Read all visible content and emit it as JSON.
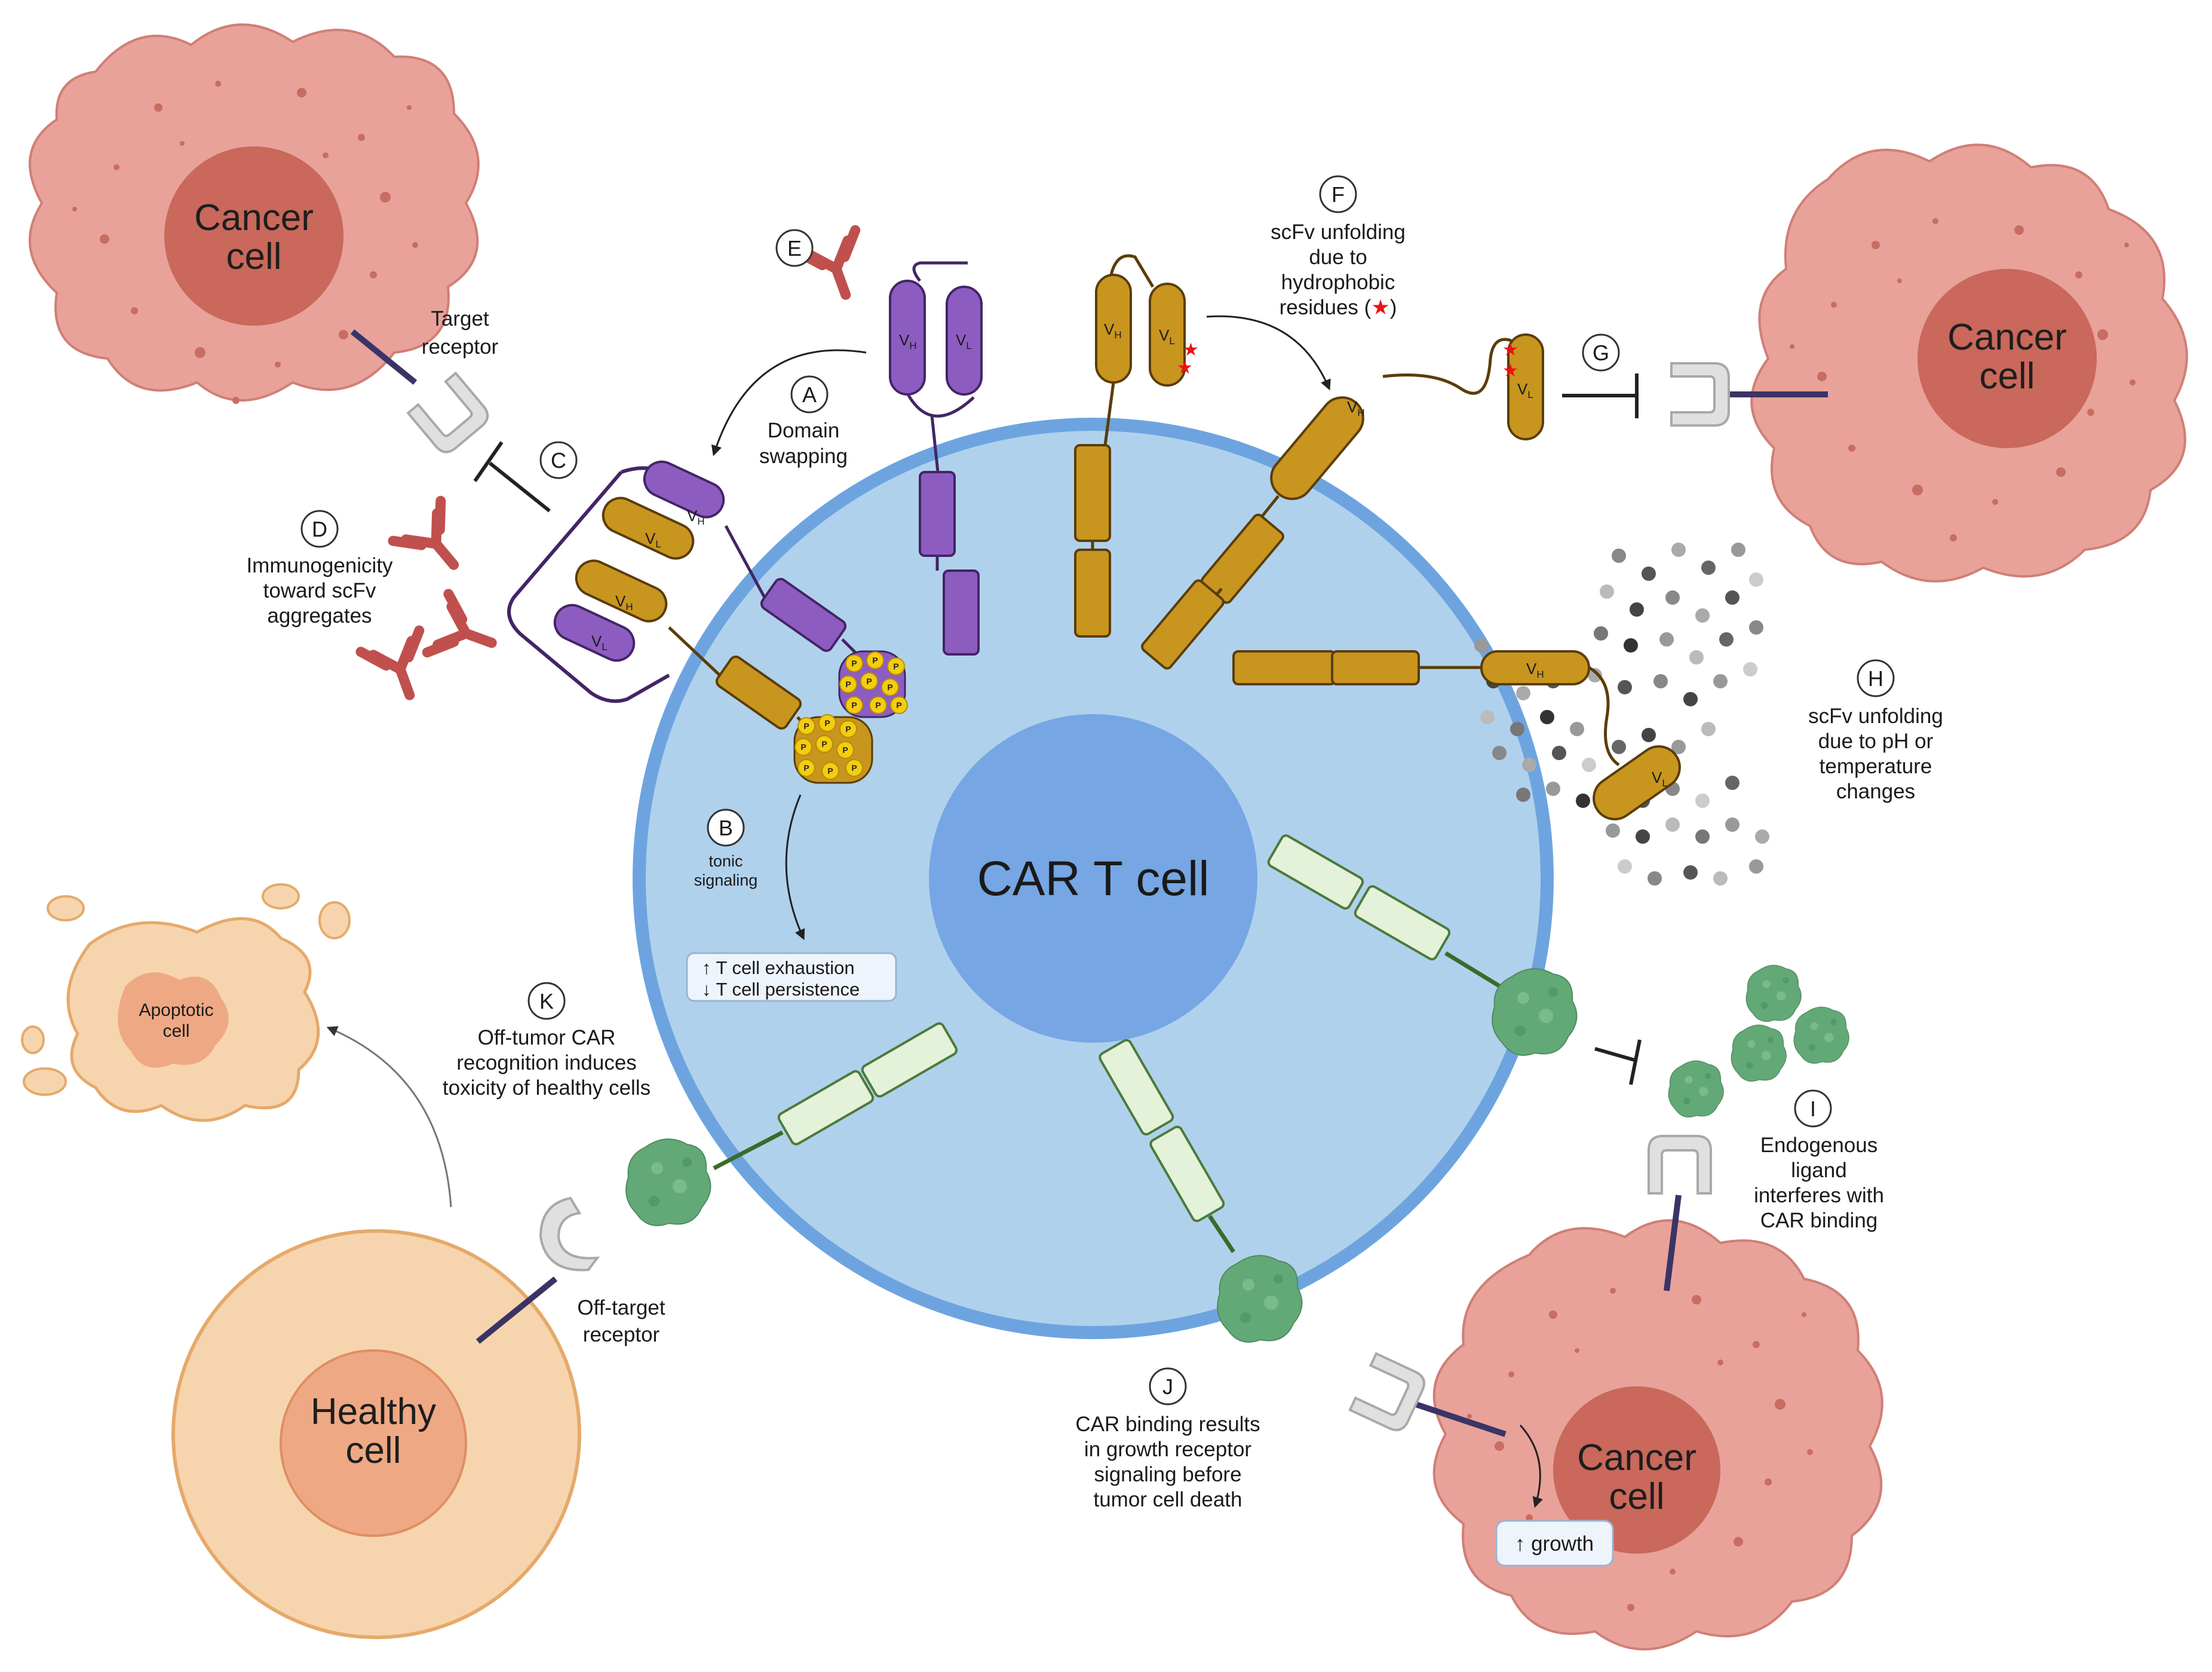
{
  "cells": {
    "car_t": "CAR T cell",
    "cancer_top_left": [
      "Cancer",
      "cell"
    ],
    "cancer_top_right": [
      "Cancer",
      "cell"
    ],
    "cancer_bottom_right": [
      "Cancer",
      "cell"
    ],
    "healthy": [
      "Healthy",
      "cell"
    ],
    "apoptotic": [
      "Apoptotic",
      "cell"
    ]
  },
  "markers": {
    "A": "A",
    "B": "B",
    "C": "C",
    "D": "D",
    "E": "E",
    "F": "F",
    "G": "G",
    "H": "H",
    "I": "I",
    "J": "J",
    "K": "K"
  },
  "labels": {
    "target_receptor": [
      "Target",
      "receptor"
    ],
    "domain_swapping": [
      "Domain",
      "swapping"
    ],
    "immunogenicity": [
      "Immunogenicity",
      "toward scFv",
      "aggregates"
    ],
    "tonic_signaling": [
      "tonic",
      "signaling"
    ],
    "exhaustion_box": [
      "↑ T cell exhaustion",
      "↓ T cell persistence"
    ],
    "scfv_hydrophobic": [
      "scFv unfolding",
      "due to",
      "hydrophobic",
      "residues ("
    ],
    "scfv_ph": [
      "scFv unfolding",
      "due to pH or",
      "temperature",
      "changes"
    ],
    "endogenous_ligand": [
      "Endogenous",
      "ligand",
      "interferes with",
      "CAR binding"
    ],
    "growth_receptor": [
      "CAR binding results",
      "in growth receptor",
      "signaling before",
      "tumor cell death"
    ],
    "off_tumor": [
      "Off-tumor CAR",
      "recognition  induces",
      "toxicity of healthy cells"
    ],
    "off_target_receptor": [
      "Off-target",
      "receptor"
    ],
    "growth_box": "↑ growth"
  },
  "domain_labels": {
    "vh": "V",
    "vl": "V",
    "sub_h": "H",
    "sub_l": "L",
    "phospho": "P"
  },
  "colors": {
    "cancer_body": "#e8a29a",
    "cancer_nucleus": "#c9685b",
    "cancer_dot": "#c86d61",
    "tcell_outer": "#b0d1ec",
    "tcell_rim": "#6da4e0",
    "tcell_nucleus": "#76a6e3",
    "healthy_body": "#f6d5ae",
    "healthy_nucleus": "#eea984",
    "purple": "#8d5cc1",
    "gold": "#c8951f",
    "pale_green": "#e4f2d9",
    "green_protein": "#63a877",
    "antibody": "#c0504d",
    "phospho": "#f4cd10"
  }
}
